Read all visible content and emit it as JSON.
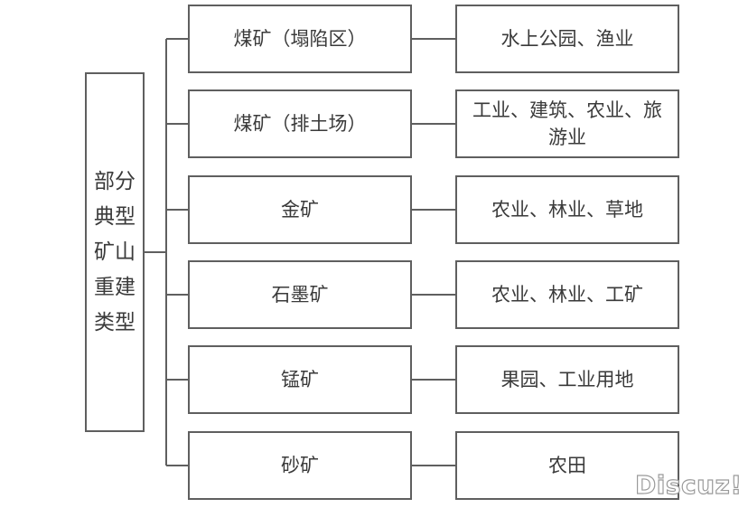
{
  "root_label": "部分典型矿山重建类型",
  "rows": [
    {
      "mine": "煤矿（塌陷区）",
      "use": "水上公园、渔业"
    },
    {
      "mine": "煤矿（排土场）",
      "use": "工业、建筑、农业、旅游业"
    },
    {
      "mine": "金矿",
      "use": "农业、林业、草地"
    },
    {
      "mine": "石墨矿",
      "use": "农业、林业、工矿"
    },
    {
      "mine": "锰矿",
      "use": "果园、工业用地"
    },
    {
      "mine": "砂矿",
      "use": "农田"
    }
  ],
  "watermark": "Discuz!"
}
